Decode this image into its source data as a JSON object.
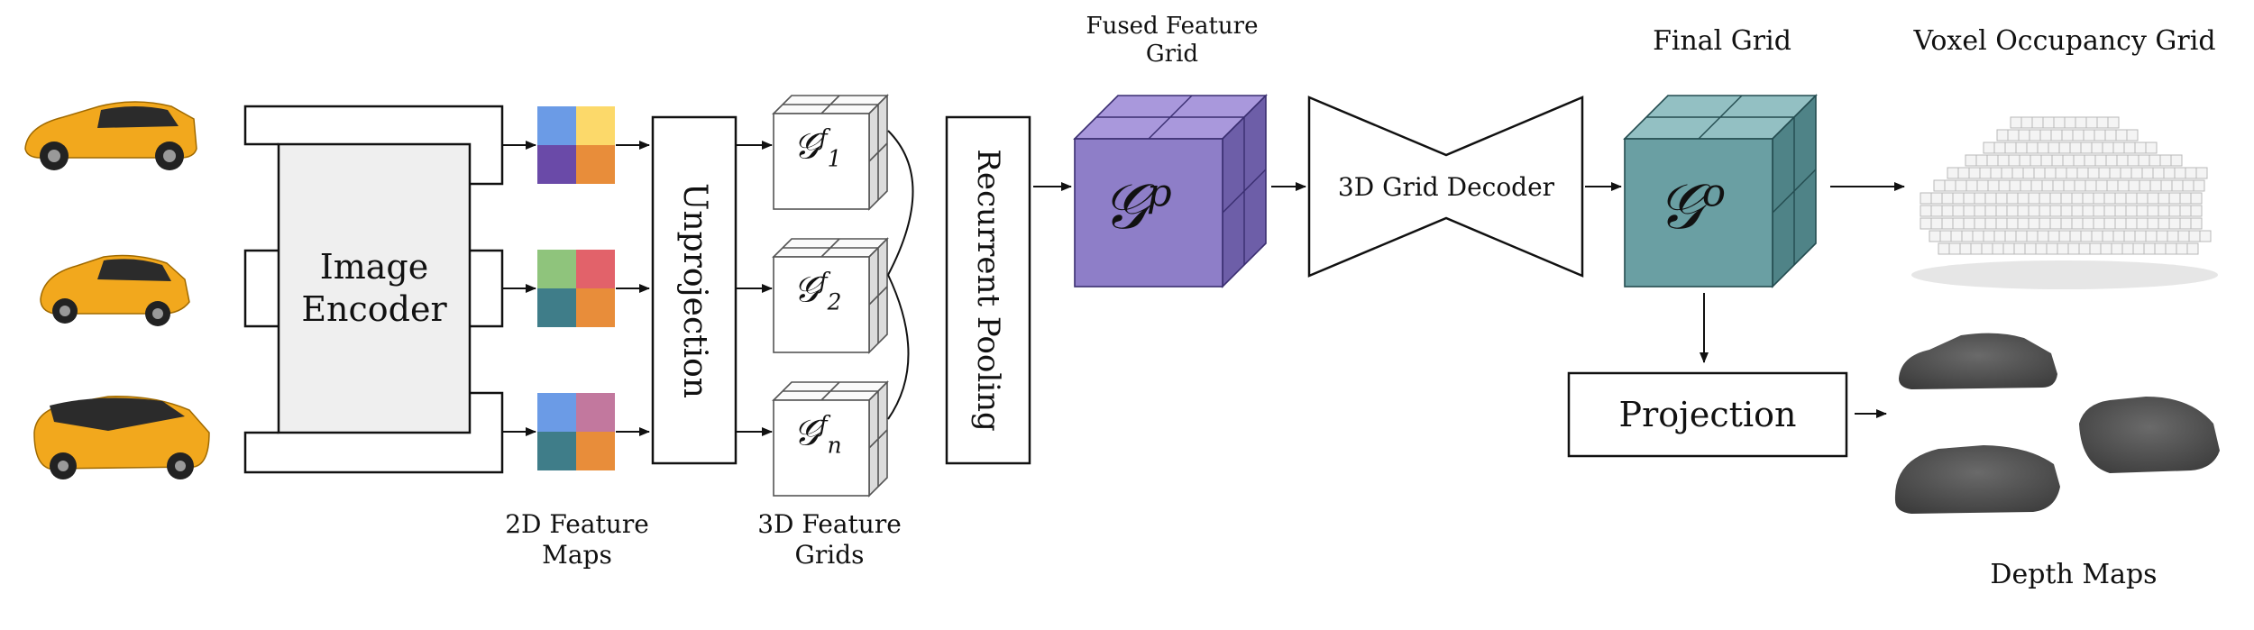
{
  "labels": {
    "image_encoder_line1": "Image",
    "image_encoder_line2": "Encoder",
    "unprojection": "Unprojection",
    "recurrent_pooling": "Recurrent Pooling",
    "grid_decoder": "3D Grid Decoder",
    "projection": "Projection",
    "feature_maps_2d_line1": "2D Feature",
    "feature_maps_2d_line2": "Maps",
    "feature_grids_3d_line1": "3D Feature",
    "feature_grids_3d_line2": "Grids",
    "fused_grid_line1": "Fused Feature",
    "fused_grid_line2": "Grid",
    "final_grid": "Final Grid",
    "voxel_grid": "Voxel Occupancy Grid",
    "depth_maps": "Depth Maps"
  },
  "math": {
    "grid_symbol": "𝒢",
    "feature_superscript": "f",
    "feature_subscripts": [
      "1",
      "2",
      "n"
    ],
    "fused_superscript": "p",
    "final_superscript": "o"
  },
  "colors": {
    "feature_map_1": [
      "#6b9be6",
      "#fcd96a",
      "#6a4aa8",
      "#e88d3a"
    ],
    "feature_map_2": [
      "#8fc47c",
      "#e2626a",
      "#3f7d89",
      "#e88d3a"
    ],
    "feature_map_3": [
      "#6b9be6",
      "#c2789e",
      "#3f7d89",
      "#e88d3a"
    ],
    "fused_cube": "#8e7ec8",
    "final_cube": "#6a9fa3",
    "car_body": "#f2a81d"
  }
}
